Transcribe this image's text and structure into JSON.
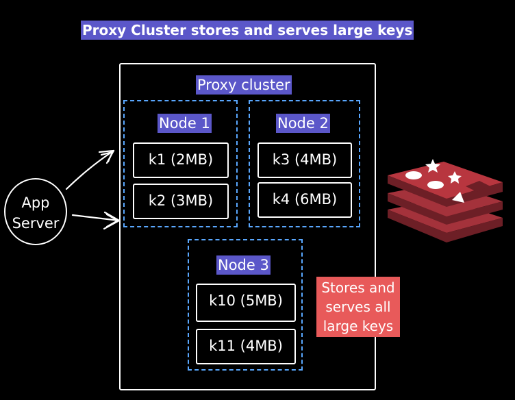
{
  "title": "Proxy Cluster stores and serves large keys",
  "app_server": {
    "line1": "App",
    "line2": "Server"
  },
  "cluster": {
    "label": "Proxy cluster",
    "nodes": [
      {
        "label": "Node 1",
        "keys": [
          "k1 (2MB)",
          "k2 (3MB)"
        ]
      },
      {
        "label": "Node 2",
        "keys": [
          "k3 (4MB)",
          "k4 (6MB)"
        ]
      },
      {
        "label": "Node 3",
        "keys": [
          "k10 (5MB)",
          "k11 (4MB)"
        ]
      }
    ]
  },
  "note": {
    "lines": [
      "Stores and",
      "serves all",
      "large keys"
    ]
  },
  "colors": {
    "label_highlight": "#5b57c9",
    "node_border": "#5aa8ff",
    "note_background": "#e85a5a",
    "logo_red": "#a4323b"
  },
  "logo_icon": "redis-logo-icon"
}
